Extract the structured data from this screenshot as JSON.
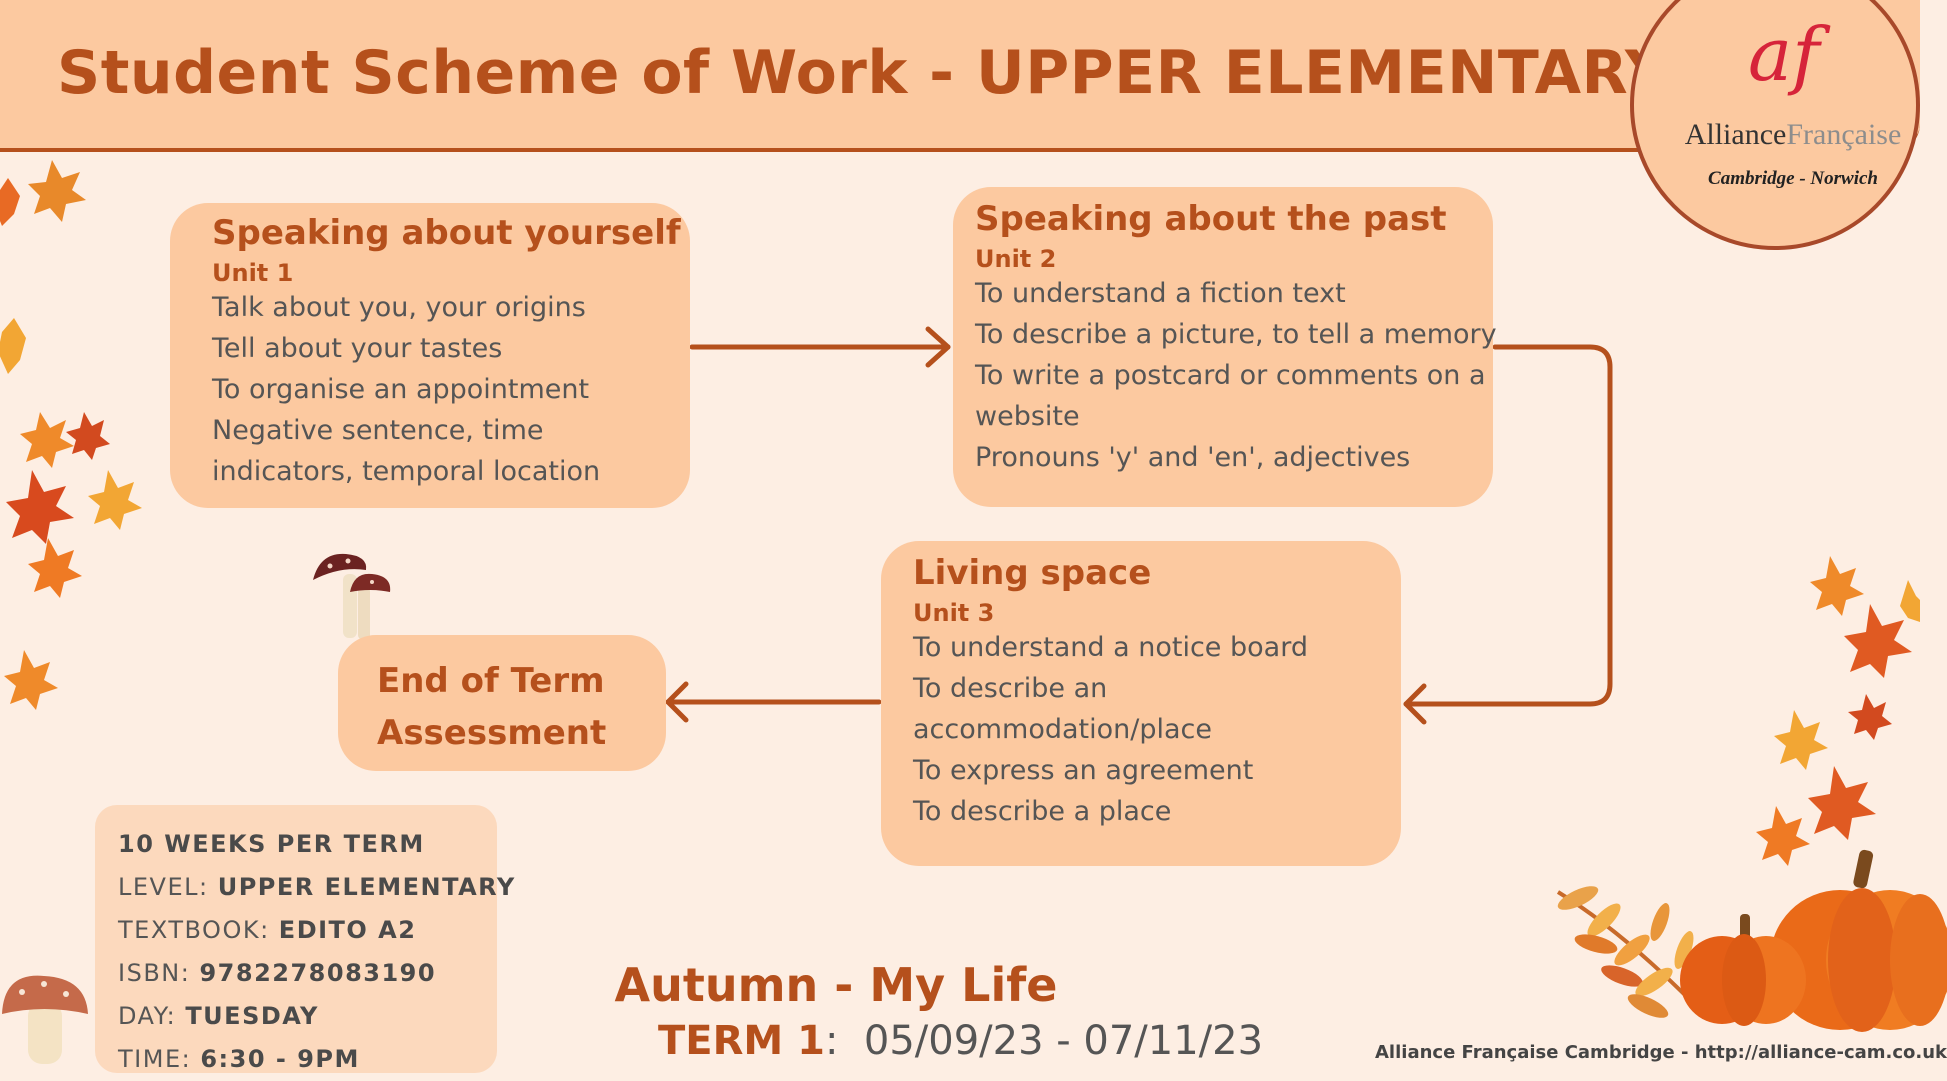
{
  "header": {
    "title": "Student Scheme of Work - UPPER ELEMENTARY A2"
  },
  "logo": {
    "mark": "af",
    "name_part1": "Alliance",
    "name_part2": "Française",
    "subtitle": "Cambridge - Norwich"
  },
  "units": [
    {
      "title": "Speaking about yourself",
      "unit": "Unit 1",
      "lines": [
        "Talk about you, your origins",
        "Tell about your tastes",
        "To organise an appointment",
        "Negative sentence, time",
        "indicators, temporal location"
      ]
    },
    {
      "title": "Speaking about the past",
      "unit": "Unit 2",
      "lines": [
        "To understand a fiction text",
        "To describe a picture, to tell a memory",
        "To write a postcard or comments on a",
        "website",
        "Pronouns 'y' and 'en', adjectives"
      ]
    },
    {
      "title": "Living space",
      "unit": "Unit 3",
      "lines": [
        "To understand a notice board",
        "To describe an",
        "accommodation/place",
        "To express an agreement",
        "To describe a place"
      ]
    }
  ],
  "assessment": {
    "line1": "End of Term",
    "line2": "Assessment"
  },
  "info": {
    "weeks": "10 WEEKS PER TERM",
    "level_label": "LEVEL:",
    "level_value": "UPPER ELEMENTARY",
    "textbook_label": "TEXTBOOK:",
    "textbook_value": "EDITO A2",
    "isbn_label": "ISBN:",
    "isbn_value": "9782278083190",
    "day_label": "DAY:",
    "day_value": "TUESDAY",
    "time_label": "TIME:",
    "time_value": "6:30 - 9PM"
  },
  "term": {
    "season": "Autumn - My Life",
    "label": "TERM 1",
    "dates": "05/09/23 - 07/11/23"
  },
  "footer": {
    "credit": "Alliance Française Cambridge - http://alliance-cam.co.uk"
  },
  "colors": {
    "accent": "#b5501c",
    "card": "#fcc9a0",
    "background": "#fdeee3",
    "logo_red": "#d6243a"
  }
}
